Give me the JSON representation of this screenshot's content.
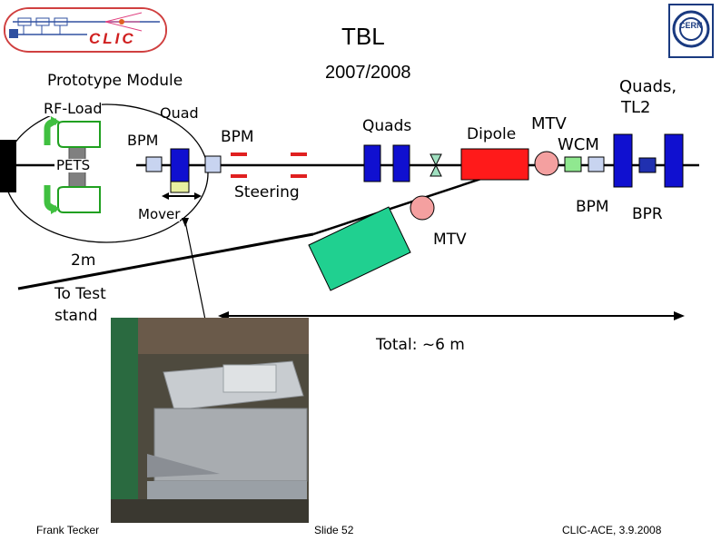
{
  "slide": {
    "title": "TBL",
    "subtitle": "2007/2008",
    "footer_left": "Frank Tecker",
    "footer_center": "Slide 52",
    "footer_right": "CLIC-ACE, 3.9.2008"
  },
  "logos": {
    "clic_text": "CLIC",
    "cern_text": "CERN"
  },
  "labels": {
    "prototype_module": "Prototype Module",
    "rf_load": "RF-Load",
    "quad": "Quad",
    "bpm_1": "BPM",
    "pets": "PETS",
    "mover": "Mover",
    "bpm_2": "BPM",
    "steering": "Steering",
    "quads": "Quads",
    "dipole": "Dipole",
    "mtv_1": "MTV",
    "wcm": "WCM",
    "quads_tl2_line1": "Quads,",
    "quads_tl2_line2": "TL2",
    "bpm_3": "BPM",
    "bpr": "BPR",
    "mtv_2": "MTV",
    "two_m": "2m",
    "to_test_line1": "To Test",
    "to_test_line2": "stand",
    "total": "Total: ~6 m"
  },
  "colors": {
    "beamline": "#000000",
    "quad_blue": "#1010d0",
    "bpm_fill": "#c8d4f0",
    "steering_red": "#e02020",
    "dipole_red": "#ff1a1a",
    "mtv_pink": "#f4a0a0",
    "wcm_green": "#90e890",
    "bpr_blue": "#2030b0",
    "spectro_green": "#20d090",
    "pets_gray": "#808080",
    "rf_green": "#40c040",
    "mover_yellow": "#e8f0a0"
  }
}
